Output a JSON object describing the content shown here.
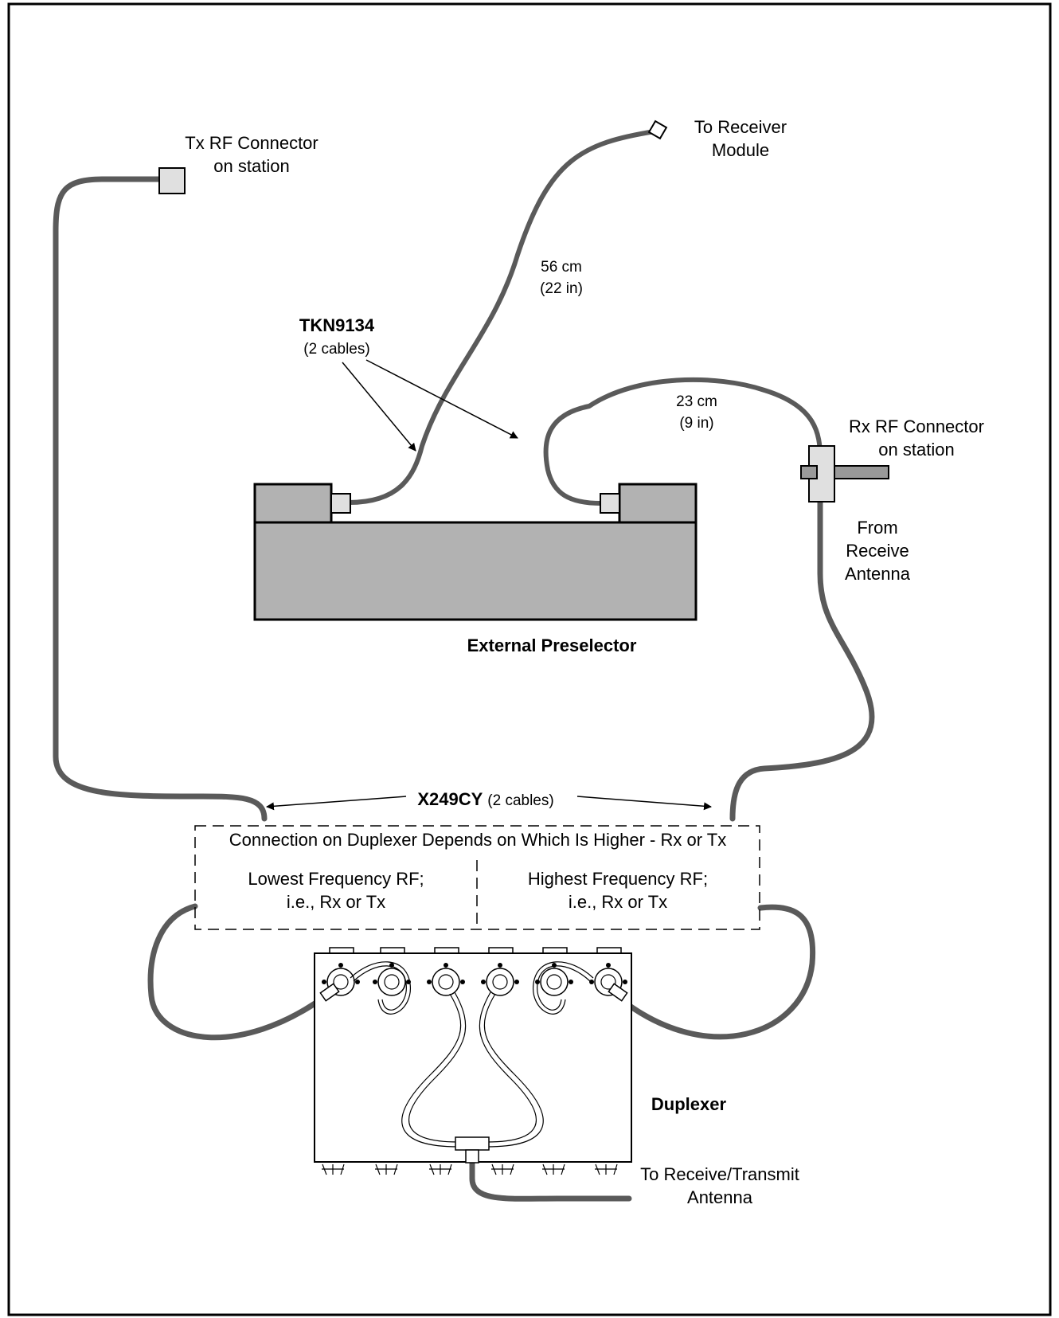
{
  "labels": {
    "tx_connector": [
      "Tx RF Connector",
      "on station"
    ],
    "to_receiver": [
      "To Receiver",
      "Module"
    ],
    "length_56": [
      "56 cm",
      "(22 in)"
    ],
    "tkn_part": "TKN9134",
    "tkn_qty": "(2 cables)",
    "length_23": [
      "23 cm",
      "(9 in)"
    ],
    "rx_connector": [
      "Rx RF Connector",
      "on station"
    ],
    "from_receive": [
      "From",
      "Receive",
      "Antenna"
    ],
    "preselector": "External Preselector",
    "x249_part": "X249CY",
    "x249_qty": "(2 cables)",
    "connection_note": "Connection on Duplexer Depends on Which Is Higher - Rx or Tx",
    "lowest": [
      "Lowest Frequency RF;",
      "i.e., Rx or Tx"
    ],
    "highest": [
      "Highest Frequency RF;",
      "i.e., Rx or Tx"
    ],
    "duplexer": "Duplexer",
    "to_antenna": [
      "To Receive/Transmit",
      "Antenna"
    ]
  },
  "colors": {
    "cable": "#5a5a5a",
    "preselector_body": "#b2b2b2",
    "connector_fill": "#e0e0e0",
    "frame": "#000000"
  }
}
